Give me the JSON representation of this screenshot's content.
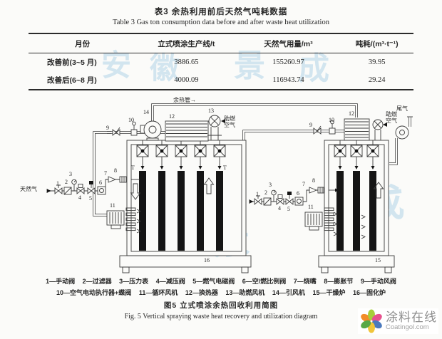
{
  "table": {
    "title_cn": "表3  余热利用前后天然气吨耗数据",
    "title_en": "Table 3   Gas ton consumption data before and after waste heat utilization",
    "headers": [
      "月份",
      "立式喷涂生产线/t",
      "天然气用量/m³",
      "吨耗/(m³·t⁻¹)"
    ],
    "rows": [
      [
        "改善前(3~5 月)",
        "3886.65",
        "155260.97",
        "39.95"
      ],
      [
        "改善后(6~8 月)",
        "4000.09",
        "116943.74",
        "29.24"
      ]
    ]
  },
  "chart_data": {
    "type": "table",
    "title": "表3 余热利用前后天然气吨耗数据 / Table 3 Gas ton consumption data before and after waste heat utilization",
    "columns": [
      "月份",
      "立式喷涂生产线/t",
      "天然气用量/m³",
      "吨耗/(m³·t⁻¹)"
    ],
    "rows": [
      [
        "改善前(3~5 月)",
        3886.65,
        155260.97,
        39.95
      ],
      [
        "改善后(6~8 月)",
        4000.09,
        116943.74,
        29.24
      ]
    ]
  },
  "diagram": {
    "nums": [
      "1",
      "2",
      "3",
      "4",
      "5",
      "6",
      "7",
      "8",
      "9",
      "10",
      "11",
      "12",
      "13",
      "14",
      "15",
      "16"
    ],
    "labels": {
      "waste_heat_pipe": "余热管→",
      "combustion_air": "助燃空气",
      "exhaust_gas": "尾气",
      "natural_gas": "天然气",
      "temp_mark": "T"
    }
  },
  "legend": {
    "line1": [
      "1—手动阀",
      "2—过滤器",
      "3—压力表",
      "4—减压阀",
      "5—燃气电磁阀",
      "6—空/燃比例阀",
      "7—烧嘴",
      "8—膨胀节",
      "9—手动风阀"
    ],
    "line2": [
      "10—空气电动执行器+蝶阀",
      "11—循环风机",
      "12—换热器",
      "13—助燃风机",
      "14—引风机",
      "15—干燥炉",
      "16—固化炉"
    ]
  },
  "caption": {
    "cn": "图5  立式喷涂余热回收利用简图",
    "en": "Fig. 5   Vertical spraying waste heat recovery and utilization diagram"
  },
  "watermark": {
    "color": "#5fa9d6",
    "chars": [
      "安",
      "徽",
      "景",
      "成",
      "景",
      "成"
    ]
  },
  "logo": {
    "name_cn": "涂料在线",
    "name_en": "Coatingol.com",
    "petal_colors": [
      "#f28c28",
      "#a6ce39",
      "#e7518e",
      "#4a79bd",
      "#f0c53a",
      "#57a845"
    ]
  }
}
